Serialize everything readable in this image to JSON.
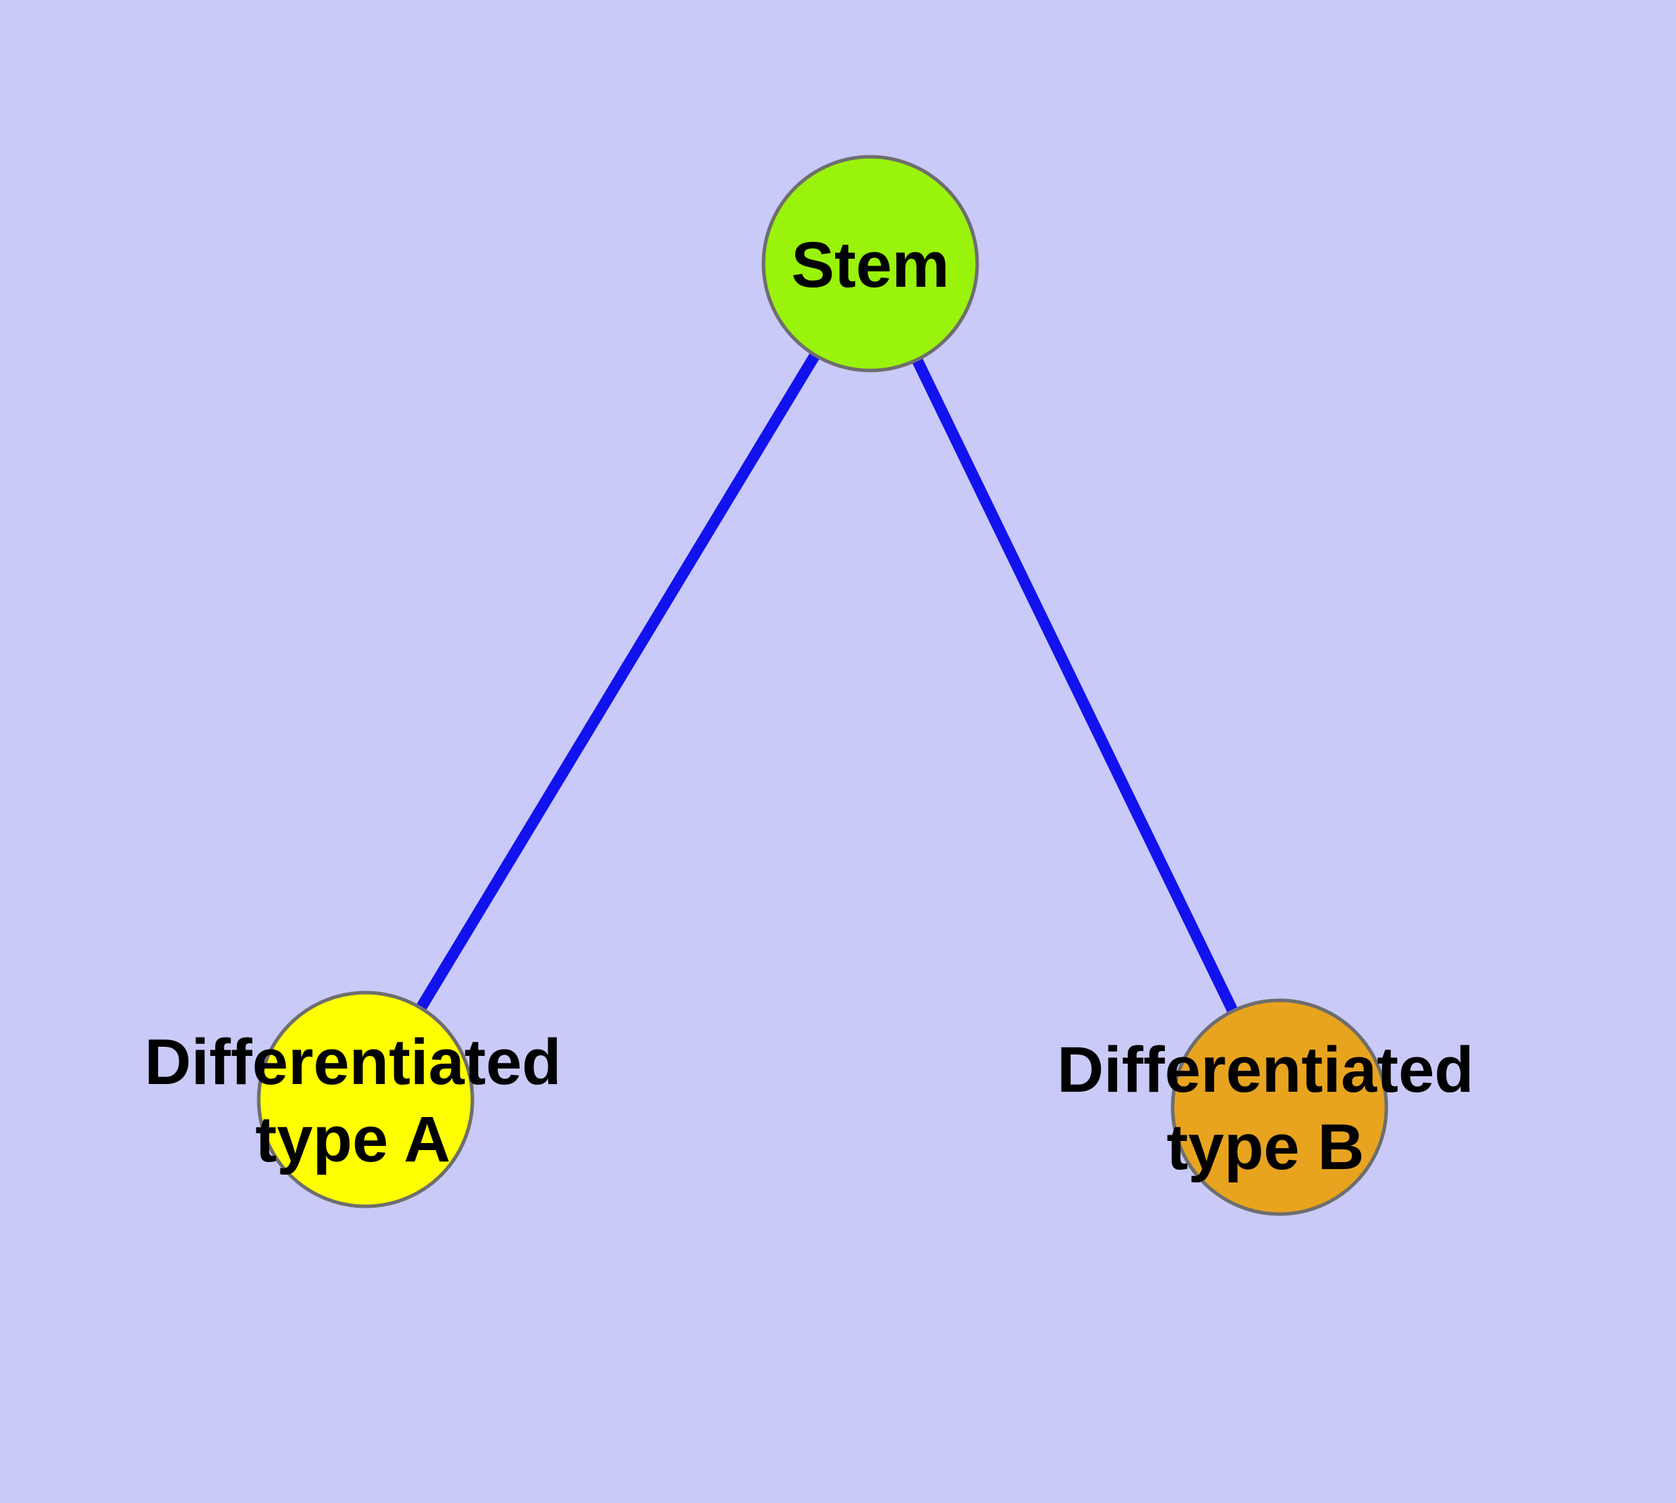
{
  "figure": {
    "title": "Stem cell differentiation diagram",
    "background_color": "#CACAF8",
    "text_color": "#000000",
    "edge_color": "#1212EE",
    "node_border_color": "#6E6E6E",
    "nodes": [
      {
        "id": "stem",
        "label": "Stem",
        "fill_color": "#9AF30A"
      },
      {
        "id": "differentiated-type-a",
        "label_line1": "Differentiated",
        "label_line2": "type A",
        "fill_color": "#FFFF00"
      },
      {
        "id": "differentiated-type-b",
        "label_line1": "Differentiated",
        "label_line2": "type B",
        "fill_color": "#E8A41F"
      }
    ],
    "edges": [
      {
        "from": "Stem",
        "to": "Differentiated type A"
      },
      {
        "from": "Stem",
        "to": "Differentiated type B"
      }
    ]
  }
}
